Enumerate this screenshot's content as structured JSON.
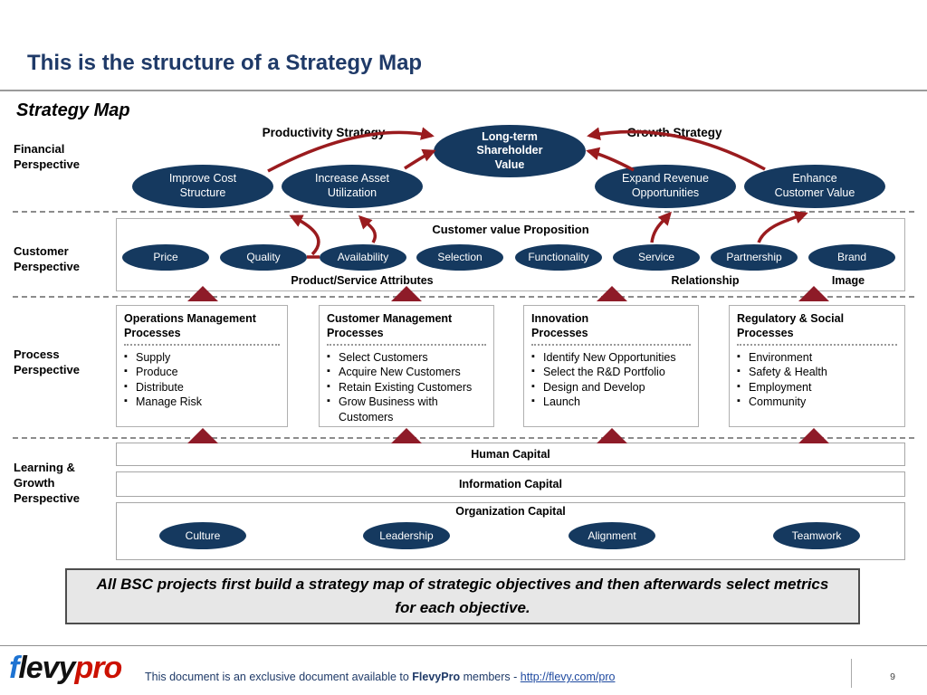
{
  "slide": {
    "title": "This is the structure of a Strategy Map",
    "map_heading": "Strategy Map"
  },
  "perspectives": [
    "Financial\nPerspective",
    "Customer\nPerspective",
    "Process\nPerspective",
    "Learning &\nGrowth\nPerspective"
  ],
  "financial": {
    "productivity_label": "Productivity Strategy",
    "growth_label": "Growth Strategy",
    "center_oval": "Long-term\nShareholder\nValue",
    "ovals": [
      "Improve Cost\nStructure",
      "Increase Asset\nUtilization",
      "Expand Revenue\nOpportunities",
      "Enhance\nCustomer Value"
    ]
  },
  "customer": {
    "heading": "Customer value Proposition",
    "ovals": [
      "Price",
      "Quality",
      "Availability",
      "Selection",
      "Functionality",
      "Service",
      "Partnership",
      "Brand"
    ],
    "groups": [
      "Product/Service Attributes",
      "Relationship",
      "Image"
    ]
  },
  "process": {
    "boxes": [
      {
        "title": "Operations Management\nProcesses",
        "items": [
          "Supply",
          "Produce",
          "Distribute",
          "Manage Risk"
        ]
      },
      {
        "title": "Customer Management\nProcesses",
        "items": [
          "Select Customers",
          "Acquire New Customers",
          "Retain Existing Customers",
          "Grow Business with Customers"
        ]
      },
      {
        "title": "Innovation\nProcesses",
        "items": [
          "Identify New Opportunities",
          "Select the R&D Portfolio",
          "Design and Develop",
          "Launch"
        ]
      },
      {
        "title": "Regulatory & Social\nProcesses",
        "items": [
          "Environment",
          "Safety & Health",
          "Employment",
          "Community"
        ]
      }
    ]
  },
  "learning": {
    "bars": [
      "Human Capital",
      "Information Capital"
    ],
    "org_label": "Organization Capital",
    "ovals": [
      "Culture",
      "Leadership",
      "Alignment",
      "Teamwork"
    ]
  },
  "message": {
    "text": "All BSC projects first build a strategy map of strategic objectives and then afterwards select metrics for each objective."
  },
  "footer": {
    "logo": {
      "f": "f",
      "levy": "levy",
      "pro": "pro"
    },
    "text_prefix": "This document is an exclusive document available to ",
    "text_bold": "FlevyPro",
    "text_mid": " members - ",
    "link": "http://flevy.com/pro",
    "page_number": "9"
  },
  "colors": {
    "oval_navy": "#15395F",
    "title_navy": "#1F3A68",
    "arrow_red": "#9A1B1E",
    "triangle_maroon": "#8E1B28",
    "message_bg": "#E7E7E7",
    "logo_blue": "#1E73D2",
    "logo_red": "#CC1100",
    "link_blue": "#1F4AA0"
  }
}
